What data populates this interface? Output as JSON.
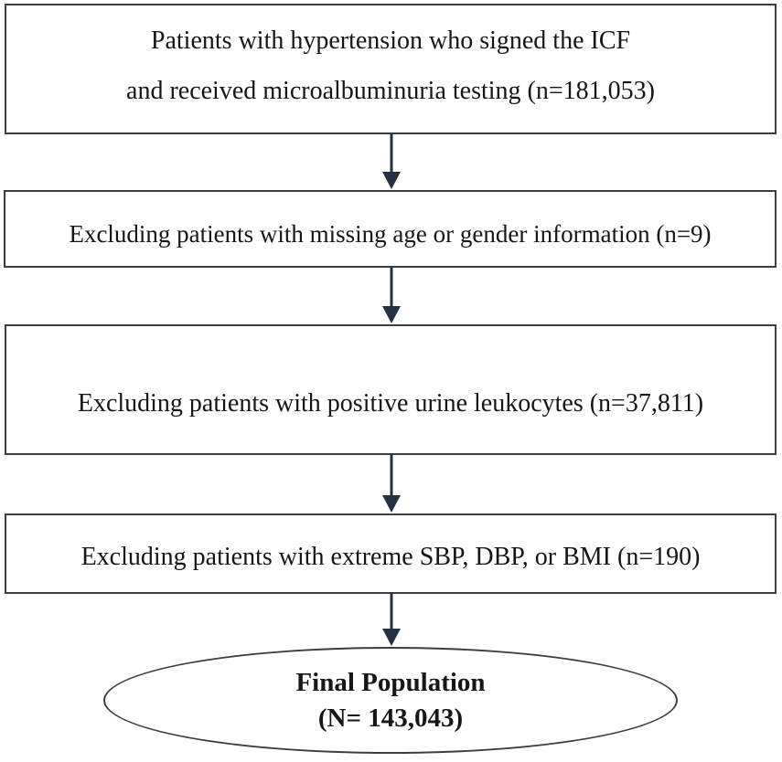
{
  "flowchart": {
    "boxes": [
      {
        "name": "initial-population",
        "lines": [
          "Patients with hypertension who signed the ICF",
          "and received microalbuminuria testing (n=181,053)"
        ]
      },
      {
        "name": "exclusion-missing-age-gender",
        "lines": [
          "Excluding patients with missing age or gender information (n=9)"
        ]
      },
      {
        "name": "exclusion-positive-urine-leukocytes",
        "lines": [
          "Excluding patients with positive urine leukocytes (n=37,811)"
        ]
      },
      {
        "name": "exclusion-extreme-sbp-dbp-bmi",
        "lines": [
          "Excluding patients with extreme SBP, DBP, or BMI (n=190)"
        ]
      }
    ],
    "terminal": {
      "lines": [
        "Final Population",
        "(N= 143,043)"
      ]
    },
    "colors": {
      "box_border": "#3a3e43",
      "arrow": "#233140",
      "text": "#161616",
      "background": "#ffffff"
    }
  }
}
